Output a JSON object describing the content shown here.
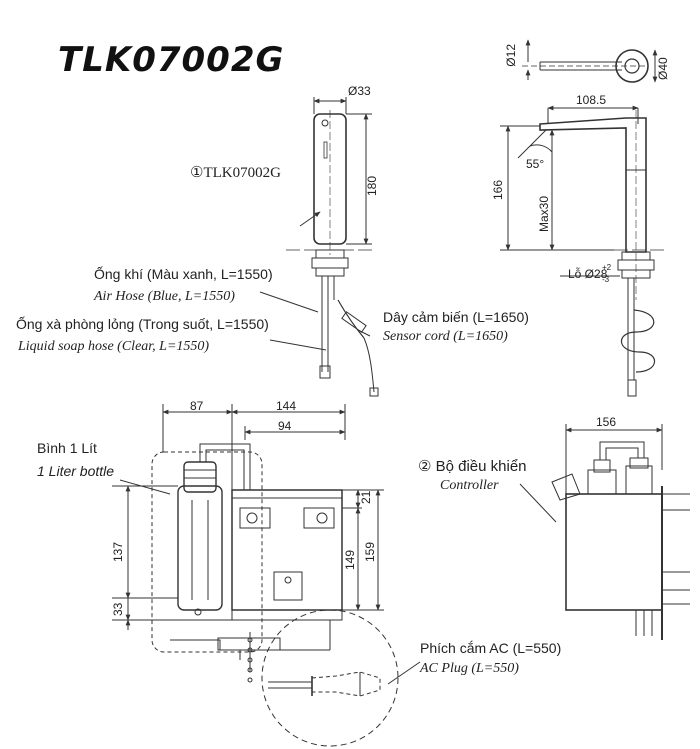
{
  "title": "TLK07002G",
  "parts": {
    "faucet_label": "①TLK07002G",
    "controller_label_vi": "② Bộ điều khiển",
    "controller_label_en": "Controller"
  },
  "callouts": {
    "air_hose_vi": "Ống khí (Màu xanh, L=1550)",
    "air_hose_en": "Air Hose (Blue, L=1550)",
    "soap_hose_vi": "Ống xà phòng lỏng (Trong suốt, L=1550)",
    "soap_hose_en": "Liquid soap hose (Clear, L=1550)",
    "sensor_vi": "Dây cảm biến (L=1650)",
    "sensor_en": "Sensor cord (L=1650)",
    "bottle_vi": "Bình 1 Lít",
    "bottle_en": "1 Liter bottle",
    "plug_vi": "Phích cắm AC (L=550)",
    "plug_en": "AC Plug (L=550)"
  },
  "dimensions": {
    "d12": "Ø12",
    "d40": "Ø40",
    "d33": "Ø33",
    "h180": "180",
    "w108_5": "108.5",
    "angle55": "55°",
    "h166": "166",
    "max30": "Max30",
    "hole": "Lỗ Ø28",
    "hole_tol_up": "+2",
    "hole_tol_down": "-3",
    "w87": "87",
    "w144": "144",
    "w94": "94",
    "h21": "21",
    "h137": "137",
    "h149": "149",
    "h159": "159",
    "h33": "33",
    "w156": "156"
  }
}
